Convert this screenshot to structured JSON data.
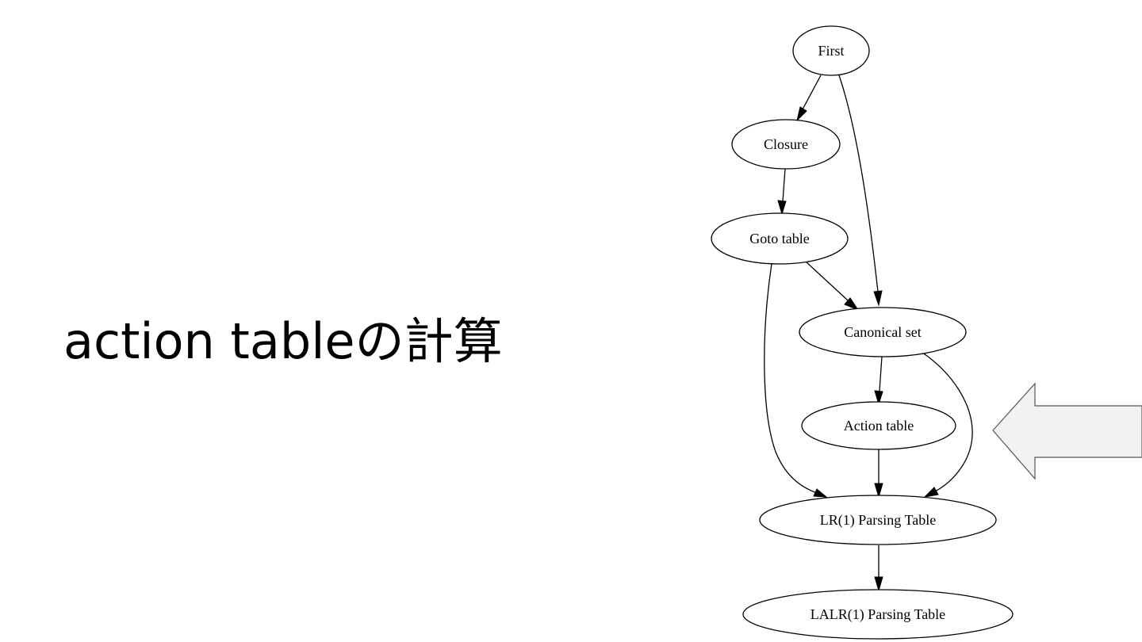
{
  "slide": {
    "title": "action tableの計算"
  },
  "diagram": {
    "nodes": {
      "first": "First",
      "closure": "Closure",
      "goto_table": "Goto table",
      "canonical_set": "Canonical set",
      "action_table": "Action table",
      "lr1_table": "LR(1) Parsing Table",
      "lalr1_table": "LALR(1) Parsing Table"
    },
    "edges": [
      [
        "First",
        "Closure"
      ],
      [
        "First",
        "Canonical set"
      ],
      [
        "Closure",
        "Goto table"
      ],
      [
        "Goto table",
        "Canonical set"
      ],
      [
        "Goto table",
        "LR(1) Parsing Table"
      ],
      [
        "Canonical set",
        "Action table"
      ],
      [
        "Canonical set",
        "LR(1) Parsing Table"
      ],
      [
        "Action table",
        "LR(1) Parsing Table"
      ],
      [
        "LR(1) Parsing Table",
        "LALR(1) Parsing Table"
      ]
    ],
    "highlight_arrow": {
      "points_to": "Action table",
      "fill": "#f2f2f2",
      "stroke": "#555555"
    }
  }
}
